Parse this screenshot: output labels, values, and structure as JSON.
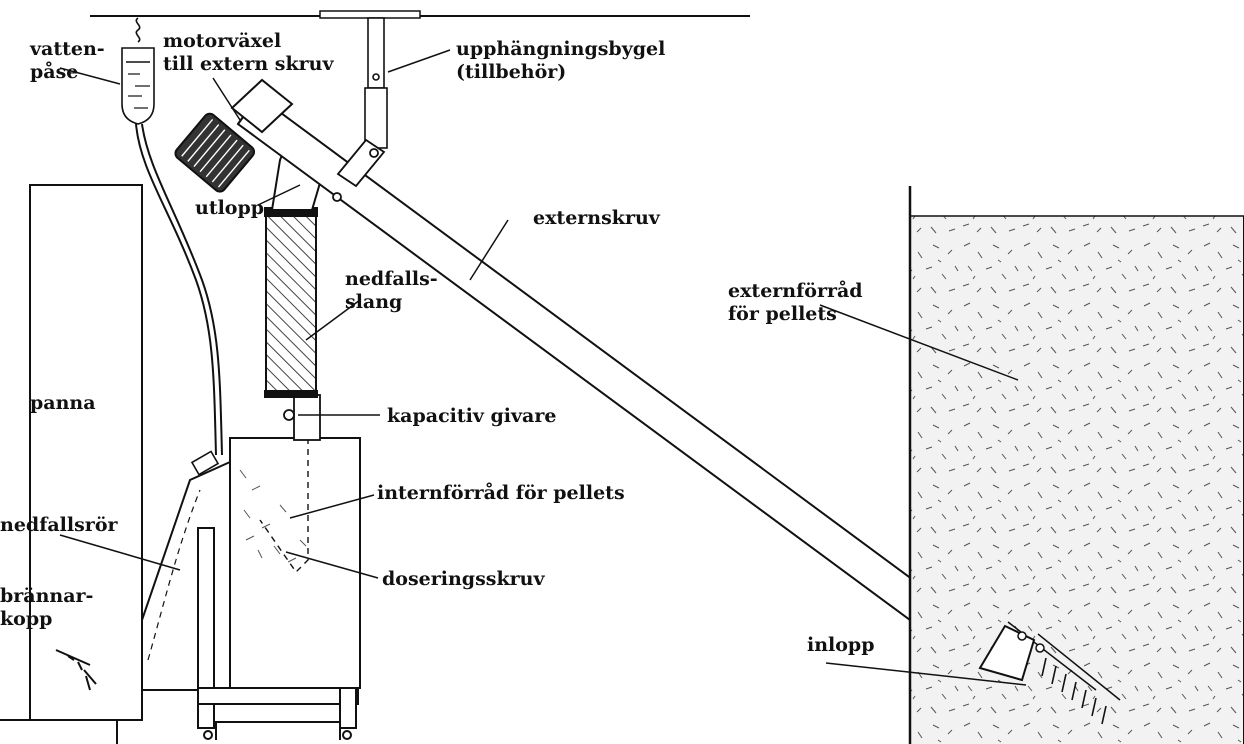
{
  "labels": {
    "water_bag": [
      "vatten-",
      "påse"
    ],
    "gear_motor": [
      "motorväxel",
      "till extern skruv"
    ],
    "hanger_bracket": [
      "upphängningsbygel",
      "(tillbehör)"
    ],
    "outlet": "utlopp",
    "external_screw": "externskruv",
    "external_store": [
      "externförråd",
      "för pellets"
    ],
    "drop_hose": [
      "nedfalls-",
      "slang"
    ],
    "boiler": "panna",
    "capacitive_sensor": "kapacitiv givare",
    "internal_store": "internförråd för pellets",
    "drop_pipe": "nedfallsrör",
    "dosing_screw": "doseringsskruv",
    "burner_cup": [
      "brännar-",
      "kopp"
    ],
    "inlet": "inlopp"
  },
  "colors": {
    "line": "#111111",
    "pellet_fill": "#f2f2f2",
    "hatch": "#444444"
  }
}
